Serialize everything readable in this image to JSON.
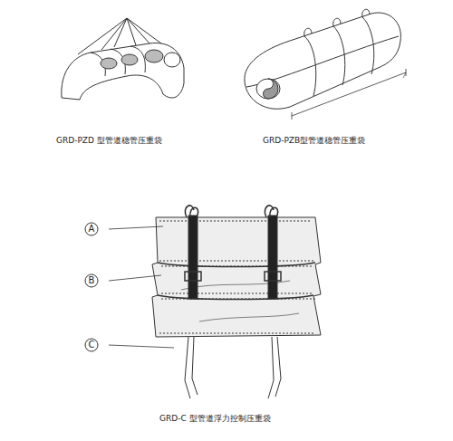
{
  "diagram": {
    "labels": [
      "GRD-PZD 型管道稳管压重袋",
      "GRD-PZB型管道稳管压重袋",
      "A",
      "B",
      "C",
      "GRD-C 型管道浮力控制压重袋"
    ]
  }
}
